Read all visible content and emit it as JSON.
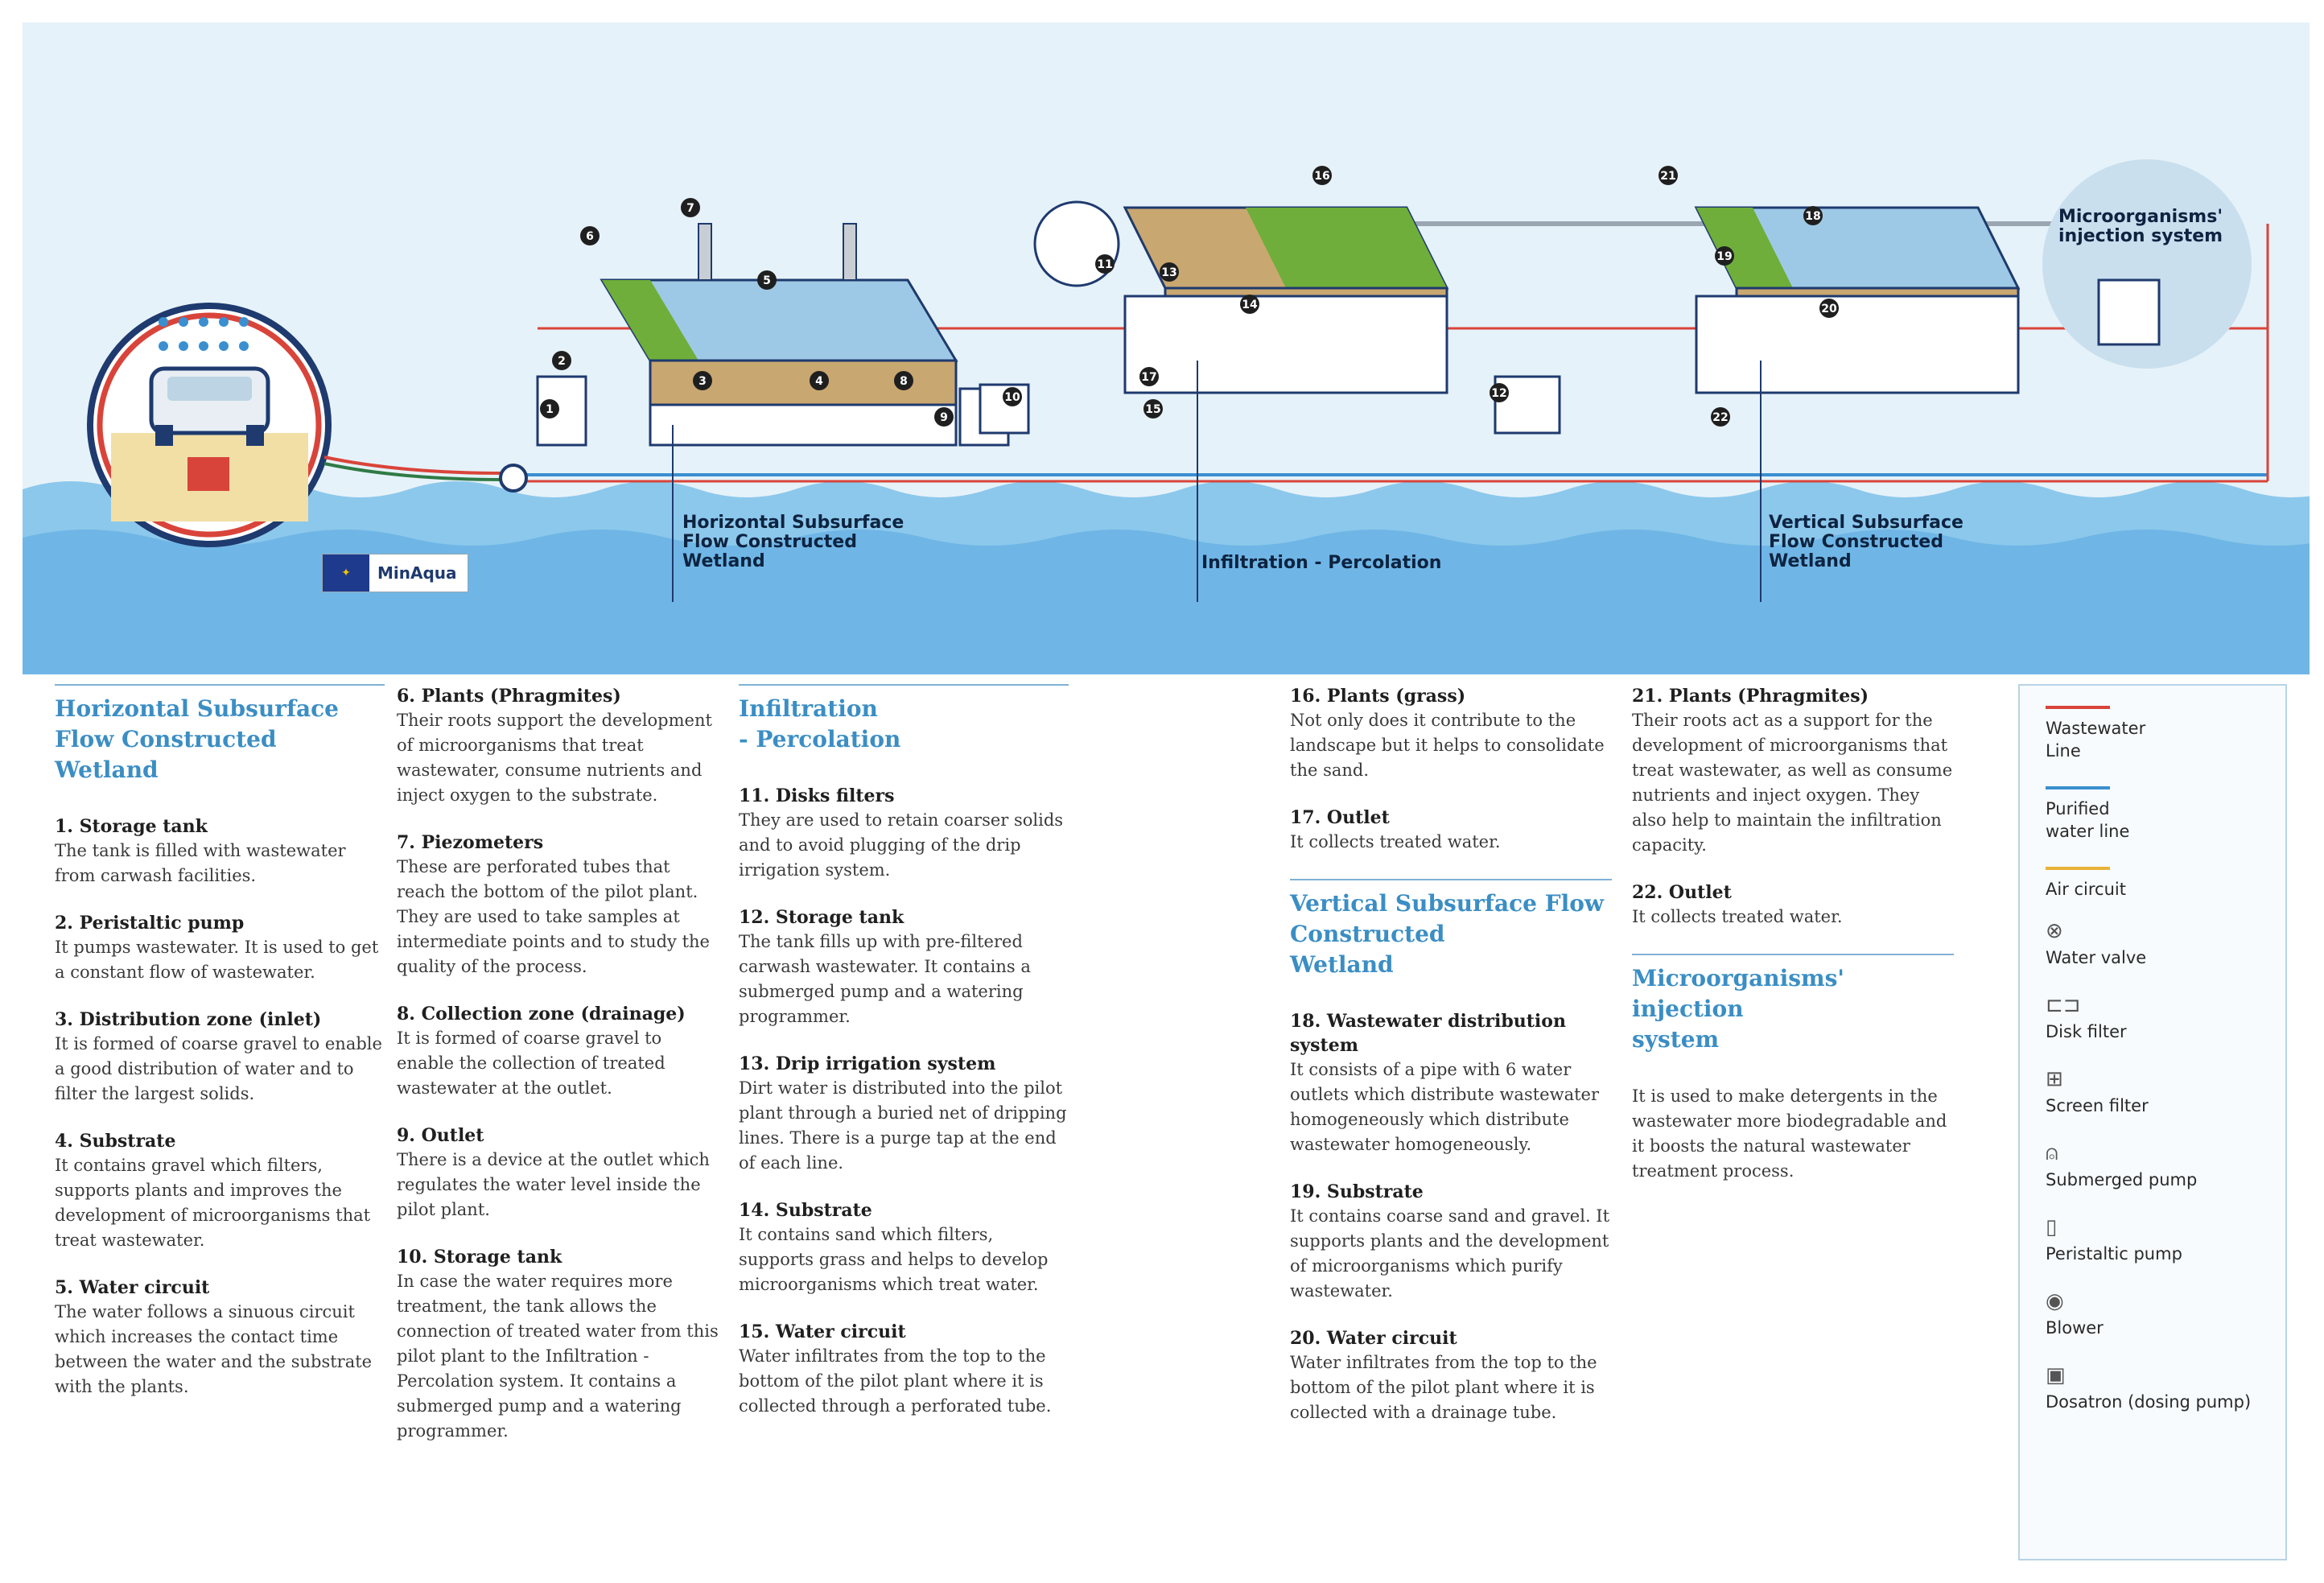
{
  "diagram": {
    "stage_labels": {
      "hsf": "Horizontal Subsurface\nFlow Constructed\nWetland",
      "inf": "Infiltration - Percolation",
      "vsf": "Vertical Subsurface\nFlow Constructed\nWetland",
      "micro": "Microorganisms'\ninjection system"
    },
    "logo_text": "MinAqua",
    "number_markers": [
      "1",
      "2",
      "3",
      "4",
      "5",
      "6",
      "7",
      "8",
      "9",
      "10",
      "11",
      "12",
      "13",
      "14",
      "15",
      "16",
      "17",
      "18",
      "19",
      "20",
      "21",
      "22"
    ],
    "colors": {
      "wastewater": "#d9443a",
      "purified": "#3a8fd0",
      "air": "#e8b23a",
      "water_bg": "#6fb6e6",
      "sand": "#c9a770",
      "grass": "#6fae3a"
    }
  },
  "sections": [
    {
      "title": "Horizontal Subsurface\nFlow Constructed\nWetland",
      "items": [
        {
          "title": "1. Storage tank",
          "text": "The tank is filled with wastewater from carwash facilities."
        },
        {
          "title": "2. Peristaltic pump",
          "text": "It pumps wastewater. It is used to get a constant flow of wastewater."
        },
        {
          "title": "3. Distribution zone (inlet)",
          "text": "It is formed of coarse gravel to enable a good distribution of water and to filter the largest solids."
        },
        {
          "title": "4. Substrate",
          "text": "It contains gravel which filters, supports plants and improves the development of microorganisms that treat wastewater."
        },
        {
          "title": "5. Water circuit",
          "text": "The water follows a sinuous circuit which increases the contact time between the water and the substrate with the plants."
        }
      ]
    },
    {
      "title": "",
      "items": [
        {
          "title": "6. Plants (Phragmites)",
          "text": "Their roots support the development of microorganisms that treat wastewater, consume nutrients and inject oxygen to the substrate."
        },
        {
          "title": "7. Piezometers",
          "text": "These are perforated tubes that reach the bottom of the pilot plant. They are used to take samples at intermediate points and to study the quality of the process."
        },
        {
          "title": "8. Collection zone (drainage)",
          "text": "It is formed of coarse gravel to enable the collection of treated wastewater at the outlet."
        },
        {
          "title": "9. Outlet",
          "text": "There is a device at the outlet which regulates the water level inside the pilot plant."
        },
        {
          "title": "10. Storage tank",
          "text": "In case the water requires more treatment, the tank allows the connection of treated water from this pilot plant to the Infiltration - Percolation system. It contains a submerged pump and a watering programmer."
        }
      ]
    },
    {
      "title": "Infiltration\n- Percolation",
      "items": [
        {
          "title": "11. Disks filters",
          "text": "They are used to retain coarser solids and to avoid plugging of the drip irrigation system."
        },
        {
          "title": "12. Storage tank",
          "text": "The tank fills up with pre-filtered carwash wastewater. It contains a submerged pump and a watering programmer."
        },
        {
          "title": "13. Drip irrigation system",
          "text": "Dirt water is distributed into the pilot plant through a buried net of dripping lines. There is a purge tap at the end of each line."
        },
        {
          "title": "14. Substrate",
          "text": "It contains sand which filters, supports grass and helps to develop microorganisms which treat water."
        },
        {
          "title": "15. Water circuit",
          "text": "Water infiltrates from the top to the bottom of the pilot plant where it is collected through a perforated tube."
        }
      ]
    },
    {
      "title": "",
      "items": [
        {
          "title": "16. Plants (grass)",
          "text": "Not only does it contribute to the landscape but it helps to consolidate the sand."
        },
        {
          "title": "17. Outlet",
          "text": "It collects treated water."
        }
      ],
      "subsection": {
        "title": "Vertical Subsurface Flow\nConstructed\nWetland",
        "items": [
          {
            "title": "18. Wastewater distribution system",
            "text": "It consists of a pipe with 6 water outlets which distribute wastewater homogeneously which distribute wastewater homogeneously."
          },
          {
            "title": "19. Substrate",
            "text": "It contains coarse sand and gravel. It supports plants and the development of microorganisms which purify wastewater."
          },
          {
            "title": "20. Water circuit",
            "text": "Water infiltrates from the top to the bottom of the pilot plant where it is collected with a drainage tube."
          }
        ]
      }
    },
    {
      "title": "",
      "items": [
        {
          "title": "21. Plants (Phragmites)",
          "text": "Their roots act as a support for the development of microorganisms that treat wastewater, as well as consume nutrients and inject oxygen. They also help to maintain the infiltration capacity."
        },
        {
          "title": "22. Outlet",
          "text": "It collects treated water."
        }
      ],
      "subsection": {
        "title": "Microorganisms' injection\nsystem",
        "text": "It is used to make detergents in the wastewater more biodegradable and it boosts the natural wastewater treatment process."
      }
    }
  ],
  "legend": [
    {
      "label": "Wastewater\nLine",
      "kind": "line",
      "color": "#d9443a"
    },
    {
      "label": "Purified\nwater line",
      "kind": "line",
      "color": "#3a8fd0"
    },
    {
      "label": "Air circuit",
      "kind": "line",
      "color": "#e8b23a"
    },
    {
      "label": "Water valve",
      "kind": "icon",
      "icon": "valve-icon",
      "glyph": "⊗"
    },
    {
      "label": "Disk filter",
      "kind": "icon",
      "icon": "disk-filter-icon",
      "glyph": "⊏⊐"
    },
    {
      "label": "Screen filter",
      "kind": "icon",
      "icon": "screen-filter-icon",
      "glyph": "⊞"
    },
    {
      "label": "Submerged pump",
      "kind": "icon",
      "icon": "submerged-pump-icon",
      "glyph": "⍝"
    },
    {
      "label": "Peristaltic pump",
      "kind": "icon",
      "icon": "peristaltic-pump-icon",
      "glyph": "▯"
    },
    {
      "label": "Blower",
      "kind": "icon",
      "icon": "blower-icon",
      "glyph": "◉"
    },
    {
      "label": "Dosatron (dosing pump)",
      "kind": "icon",
      "icon": "dosatron-icon",
      "glyph": "▣"
    }
  ]
}
